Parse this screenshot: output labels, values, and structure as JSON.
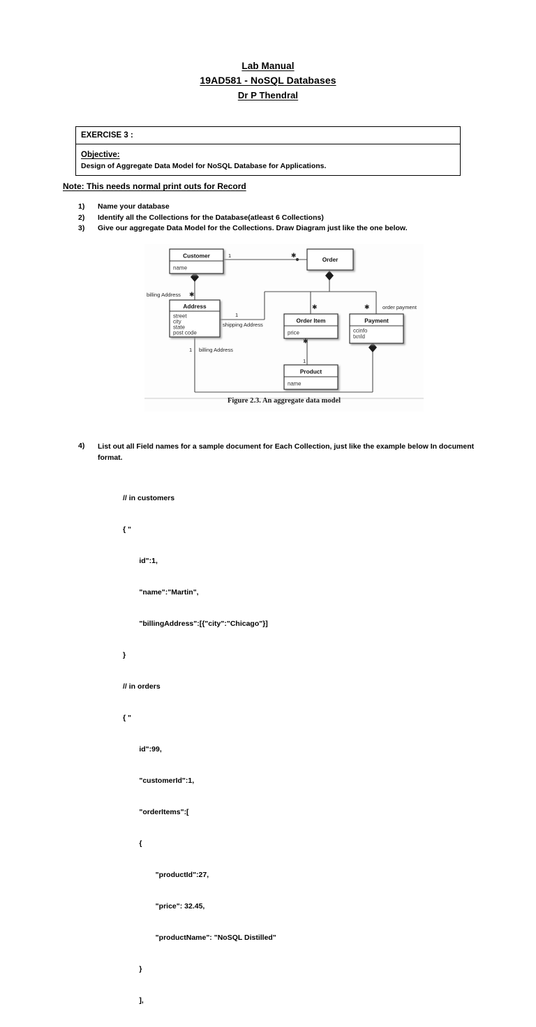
{
  "document": {
    "title_lines": [
      "Lab Manual",
      "19AD581 - NoSQL Databases",
      "Dr P Thendral"
    ],
    "exercise": {
      "heading": "EXERCISE 3 :",
      "objective_label": "Objective:",
      "objective_text": "Design of Aggregate Data Model for NoSQL Database for Applications."
    },
    "note": "Note: This needs normal print outs for Record",
    "tasks": [
      {
        "marker": "1)",
        "text": "Name your database"
      },
      {
        "marker": "2)",
        "text": "Identify all the Collections for the Database(atleast 6 Collections)"
      },
      {
        "marker": "3)",
        "text": "Give our aggregate Data Model for the Collections. Draw Diagram just like the one below."
      }
    ],
    "tasks2": [
      {
        "marker": "4)",
        "text": "List out all Field names for a sample document for Each Collection, just like the example below In document format."
      }
    ],
    "figure": {
      "caption": "Figure 2.3. An aggregate data model",
      "classes": {
        "customer": {
          "name": "Customer",
          "attributes": [
            "name"
          ]
        },
        "order": {
          "name": "Order",
          "attributes": []
        },
        "address": {
          "name": "Address",
          "attributes": [
            "street",
            "city",
            "state",
            "post code"
          ]
        },
        "order_item": {
          "name": "Order Item",
          "attributes": [
            "price"
          ]
        },
        "payment": {
          "name": "Payment",
          "attributes": [
            "ccinfo",
            "txnId"
          ]
        },
        "product": {
          "name": "Product",
          "attributes": [
            "name"
          ]
        }
      },
      "edge_labels": {
        "customer_order_one": "1",
        "customer_order_many": "*",
        "billing_address_top": "billing Address",
        "billing_address_top_mult": "*",
        "shipping_address_one": "1",
        "shipping_address": "shipping Address",
        "billing_address_bottom_one": "1",
        "billing_address_bottom": "billing Address",
        "order_item_mult": "*",
        "payment_mult": "*",
        "order_payment": "order payment",
        "product_mult": "*",
        "product_one": "1"
      }
    },
    "code_lines": [
      "// in customers",
      "{ \"",
      "        id\":1,",
      "        \"name\":\"Martin\",",
      "        \"billingAddress\":[{\"city\":\"Chicago\"}]",
      "}",
      "// in orders",
      "{ \"",
      "        id\":99,",
      "        \"customerId\":1,",
      "        \"orderItems\":[",
      "        {",
      "                \"productId\":27,",
      "                \"price\": 32.45,",
      "                \"productName\": \"NoSQL Distilled\"",
      "        }",
      "        ],"
    ]
  }
}
